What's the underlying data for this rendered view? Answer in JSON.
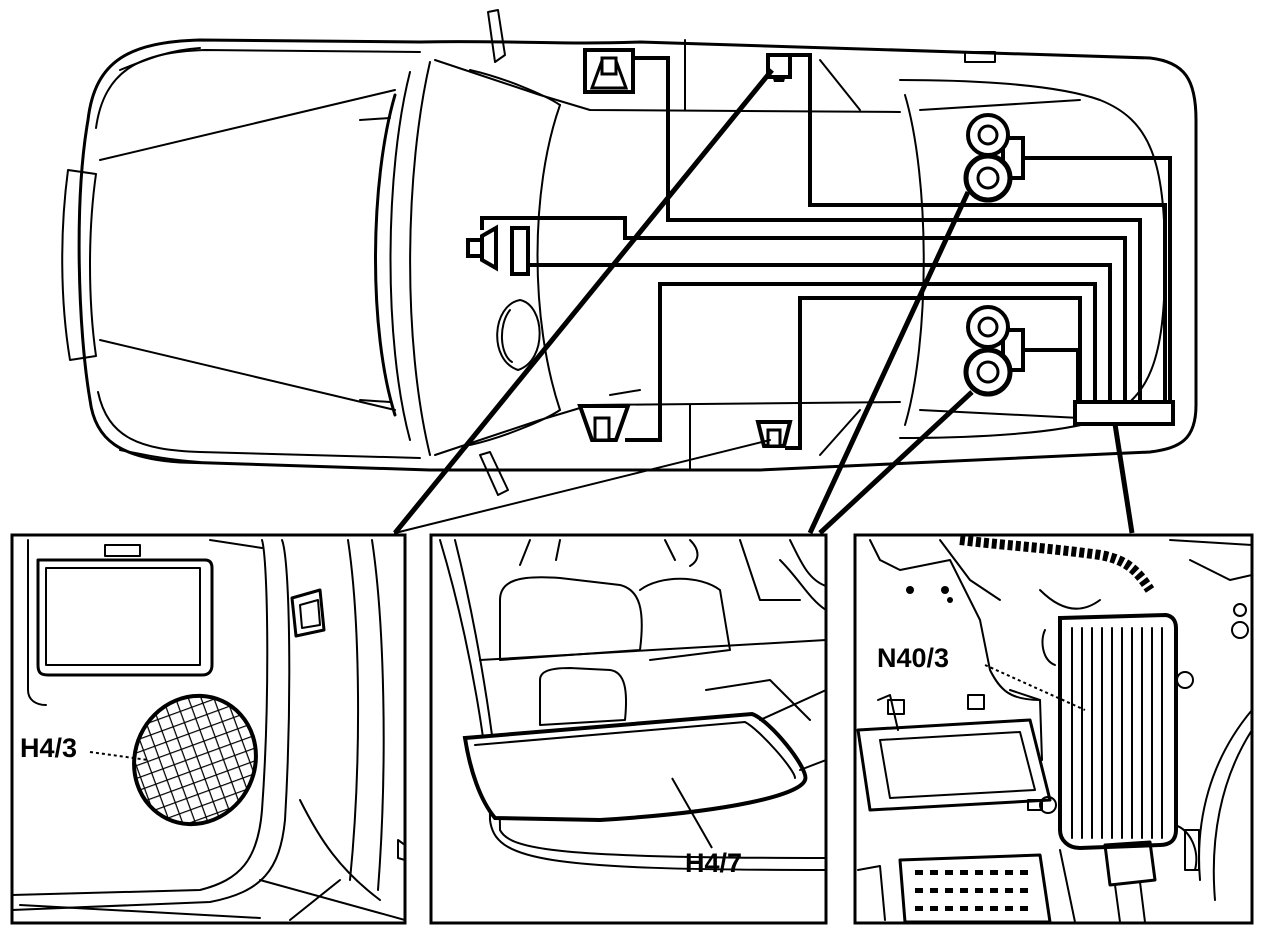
{
  "callouts": {
    "rear_speaker_left": "H4/3",
    "rear_shelf_speaker": "H4/7",
    "amplifier": "N40/3"
  }
}
